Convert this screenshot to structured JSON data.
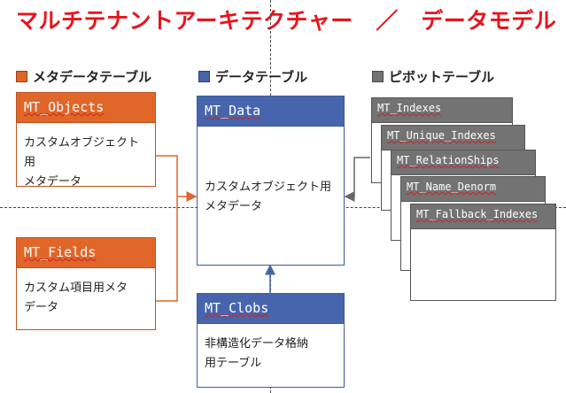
{
  "title": "マルチテナントアーキテクチャー　／　データモデル",
  "legend": [
    {
      "label": "メタデータテーブル",
      "color": "#e0662a"
    },
    {
      "label": "データテーブル",
      "color": "#4665ac"
    },
    {
      "label": "ピボットテーブル",
      "color": "#737373"
    }
  ],
  "tables": {
    "mt_objects": {
      "name": "MT_Objects",
      "desc_line1": "カスタムオブジェクト用",
      "desc_line2": "メタデータ"
    },
    "mt_fields": {
      "name": "MT_Fields",
      "desc_line1": "カスタム項目用メタ",
      "desc_line2": "データ"
    },
    "mt_data": {
      "name": "MT_Data",
      "desc_line1": "カスタムオブジェクト用",
      "desc_line2": "メタデータ"
    },
    "mt_clobs": {
      "name": "MT_Clobs",
      "desc_line1": "非構造化データ格納",
      "desc_line2": "用テーブル"
    }
  },
  "pivot_tables": [
    "MT_Indexes",
    "MT_Unique_Indexes",
    "MT_RelationShips",
    "MT_Name_Denorm",
    "MT_Fallback_Indexes"
  ],
  "colors": {
    "title": "#e8141c",
    "orange": "#e0662a",
    "blue": "#4665ac",
    "gray": "#737373"
  }
}
